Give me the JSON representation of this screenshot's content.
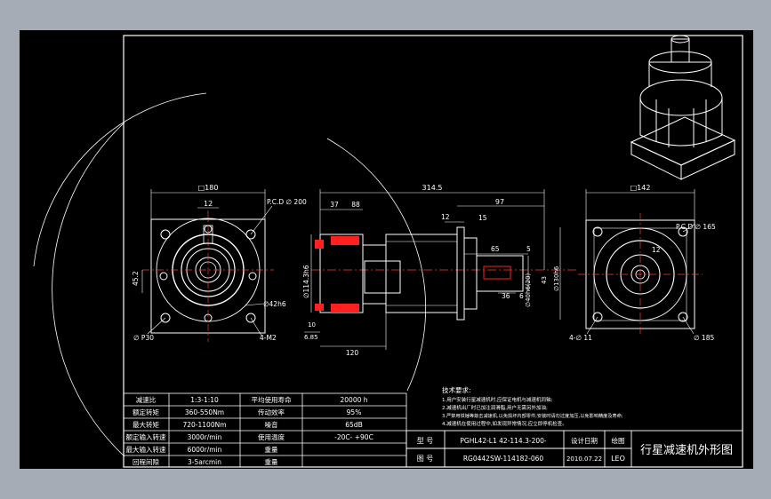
{
  "colors": {
    "background": "#a6acb6",
    "sheet": "#000000",
    "line": "#ffffff",
    "center_line": "#ff3b30",
    "hatch": "#ff2020",
    "thin": "#d8d8d8"
  },
  "front_view": {
    "dim_width": "□180",
    "dim_top_small": "12",
    "pcd": "P.C.D ∅ 200",
    "dim_side": "45.2",
    "dim_bore": "∅42h6",
    "dim_outer": "∅ P30",
    "holes": "4-M2"
  },
  "side_view": {
    "dim_total": "314.5",
    "dim_shaft_len": "97",
    "dim_a": "37",
    "dim_b": "88",
    "dim_c": "12",
    "dim_d": "15",
    "dim_e": "65",
    "dim_f": "5",
    "dim_g": "36",
    "dim_h": "6",
    "dim_ring_a": "∅114.3h6",
    "dim_shaft_a": "∅40h6(20)",
    "dim_shaft_b": "43",
    "dim_shaft_c": "∅130h6",
    "dim_bottom": "120",
    "dim_left_a": "10",
    "dim_left_b": "6.85"
  },
  "right_view": {
    "dim_width": "□142",
    "dim_small": "12",
    "pcd": "P.C.D ∅ 165",
    "holes": "4-∅ 11",
    "dim_outer": "∅ 185"
  },
  "notes": {
    "heading": "技术要求:",
    "lines": [
      "1.用户安装行星减速机时,应保证电机与减速机同轴;",
      "2.减速机出厂时已加注润滑脂,用户无需另外加油;",
      "3.严禁用铁锤等敲击减速机,以免损坏内部零件;安装时请勿过度加压,以免影响精度及寿命;",
      "4.减速机在使用过程中,如发现异常情况,应立即停机检查。"
    ]
  },
  "spec_table": {
    "rows": [
      [
        "减速比",
        "1:3-1:10",
        "平均使用寿命",
        "20000 h"
      ],
      [
        "额定转矩",
        "360-550Nm",
        "传动效率",
        "95%"
      ],
      [
        "最大转矩",
        "720-1100Nm",
        "噪音",
        "65dB"
      ],
      [
        "额定输入转速",
        "3000r/min",
        "使用温度",
        "-20C- +90C"
      ],
      [
        "最大输入转速",
        "6000r/min",
        "重量",
        ""
      ],
      [
        "回程间隙",
        "3-5arcmin",
        "重量",
        ""
      ]
    ]
  },
  "title_block": {
    "model_label": "型 号",
    "model_value": "PGHL42-L1 42-114.3-200-",
    "code_label": "图 号",
    "code_value": "RG0442SW-114182-060",
    "date_label": "设计日期",
    "date_value": "2010.07.22",
    "draw_label": "绘图",
    "draw_value": "LEO",
    "title": "行星减速机外形图"
  }
}
